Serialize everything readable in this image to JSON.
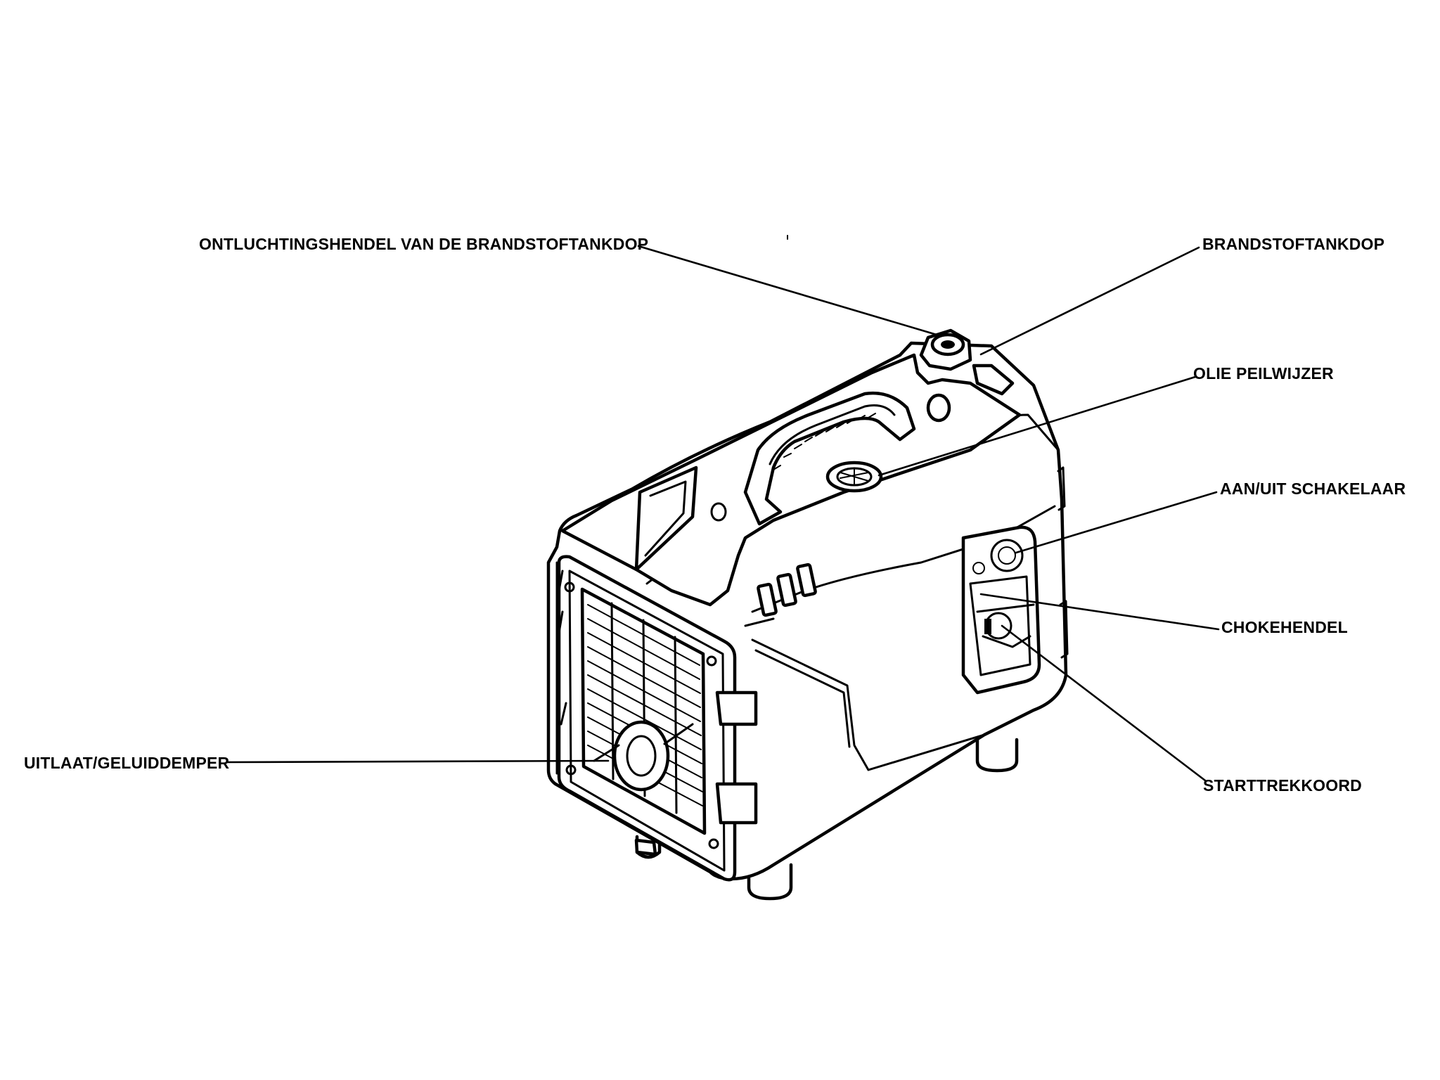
{
  "labels": {
    "vent_lever": "ONTLUCHTINGSHENDEL VAN DE BRANDSTOFTANKDOP",
    "fuel_cap": "BRANDSTOFTANKDOP",
    "oil_dipstick": "OLIE PEILWIJZER",
    "on_off_switch": "AAN/UIT SCHAKELAAR",
    "choke_lever": "CHOKEHENDEL",
    "pull_cord": "STARTTREKKOORD",
    "exhaust_muffler": "UITLAAT/GELUIDDEMPER"
  }
}
